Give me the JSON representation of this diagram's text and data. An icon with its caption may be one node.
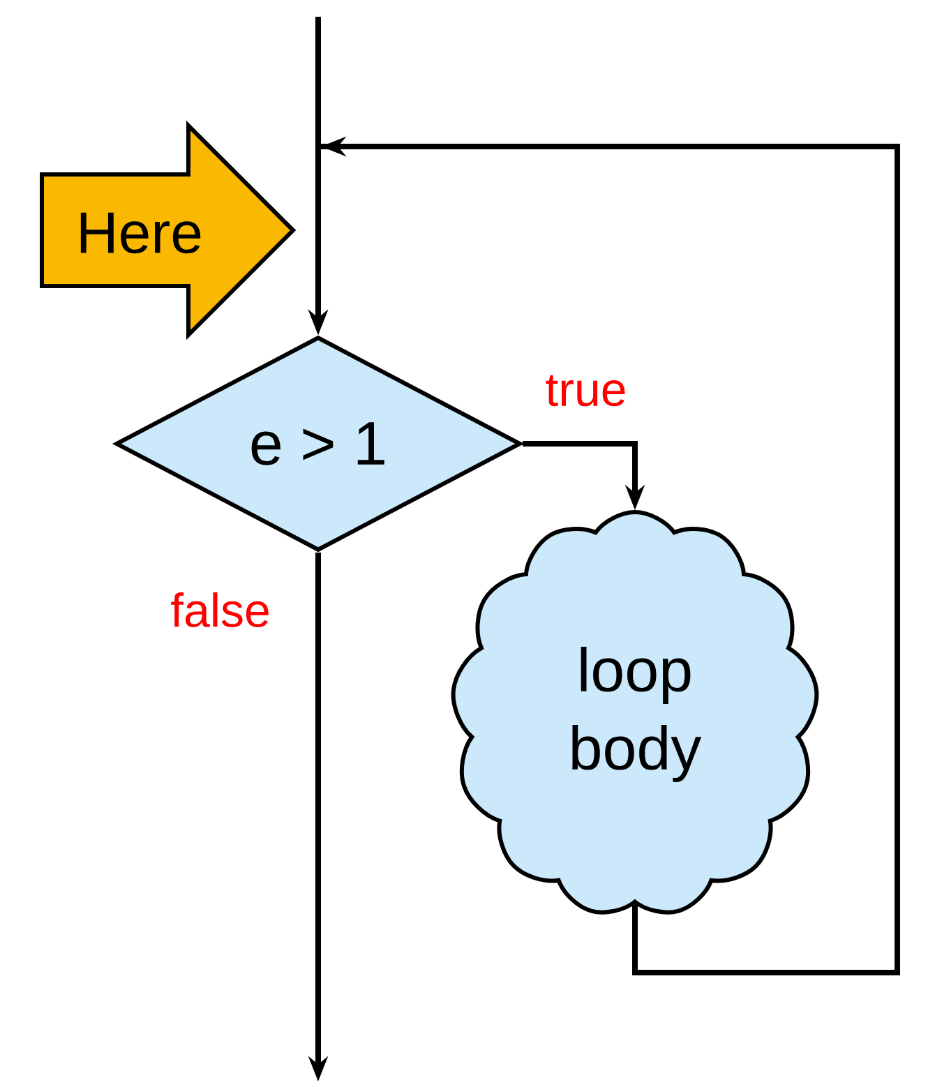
{
  "diagram": {
    "nodes": [
      {
        "text": [
          "Here"
        ]
      },
      {
        "text": [
          "e > 1"
        ]
      },
      {
        "text": [
          "loop body"
        ]
      }
    ],
    "edges": [
      {
        "from": null,
        "to": 1,
        "arrow": "to"
      },
      {
        "from": 1,
        "to": 2,
        "arrow": "to",
        "label": "true"
      },
      {
        "from": 2,
        "to": 1,
        "arrow": "to"
      },
      {
        "from": 1,
        "to": null,
        "arrow": "to",
        "label": "false"
      }
    ]
  }
}
